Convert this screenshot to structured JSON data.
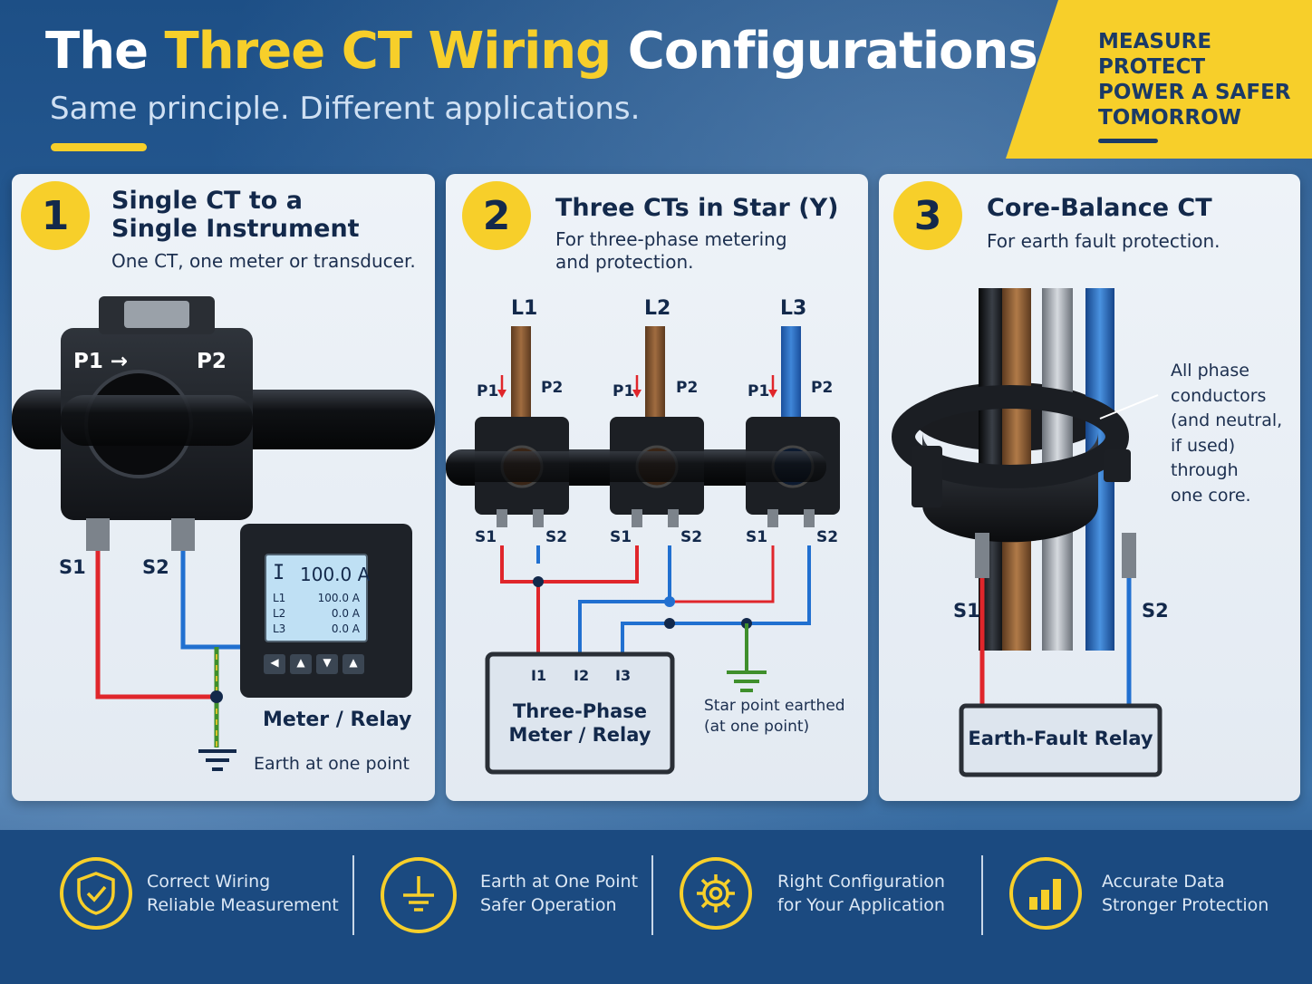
{
  "header": {
    "title_part1": "The ",
    "title_highlight": "Three CT Wiring",
    "title_part2": " Configurations",
    "subtitle": "Same principle. Different applications.",
    "tagline": [
      "MEASURE",
      "PROTECT",
      "POWER A SAFER",
      "TOMORROW"
    ]
  },
  "colors": {
    "accent_yellow": "#f7cf2a",
    "navy": "#13294b",
    "wire_red": "#e0262b",
    "wire_blue": "#2170d0",
    "earth_green": "#3f8f2c",
    "cable_brown": "#8a5a34",
    "cable_grey": "#9aa0a6"
  },
  "panels": [
    {
      "number": "1",
      "title_lines": [
        "Single CT to a",
        "Single Instrument"
      ],
      "description": "One CT, one meter or transducer.",
      "labels": {
        "p1": "P1 →",
        "p2": "P2",
        "s1": "S1",
        "s2": "S2"
      },
      "meter": {
        "main_symbol": "I",
        "main_value": "100.0 A",
        "rows": [
          {
            "label": "L1",
            "value": "100.0 A"
          },
          {
            "label": "L2",
            "value": "0.0 A"
          },
          {
            "label": "L3",
            "value": "0.0 A"
          }
        ],
        "buttons": [
          "◀",
          "▲",
          "▼",
          "▲"
        ]
      },
      "meter_label": "Meter / Relay",
      "earth_label": "Earth at one point"
    },
    {
      "number": "2",
      "title": "Three CTs in Star (Y)",
      "description_lines": [
        "For three-phase metering",
        "and protection."
      ],
      "phases": [
        "L1",
        "L2",
        "L3"
      ],
      "ct_labels": {
        "p1": "P1",
        "p2": "P2",
        "s1": "S1",
        "s2": "S2"
      },
      "box_inputs": [
        "I1",
        "I2",
        "I3"
      ],
      "box_label_lines": [
        "Three-Phase",
        "Meter / Relay"
      ],
      "star_label_lines": [
        "Star point earthed",
        "(at one point)"
      ]
    },
    {
      "number": "3",
      "title": "Core-Balance CT",
      "description": "For earth fault protection.",
      "note_lines": [
        "All phase",
        "conductors",
        "(and neutral,",
        "if used) through",
        "one core."
      ],
      "labels": {
        "s1": "S1",
        "s2": "S2"
      },
      "relay_label": "Earth-Fault Relay"
    }
  ],
  "features": [
    {
      "icon": "shield-check-icon",
      "lines": [
        "Correct Wiring",
        "Reliable Measurement"
      ]
    },
    {
      "icon": "earth-ground-icon",
      "lines": [
        "Earth at One Point",
        "Safer Operation"
      ]
    },
    {
      "icon": "gear-icon",
      "lines": [
        "Right Configuration",
        "for Your Application"
      ]
    },
    {
      "icon": "bar-chart-icon",
      "lines": [
        "Accurate Data",
        "Stronger Protection"
      ]
    }
  ]
}
